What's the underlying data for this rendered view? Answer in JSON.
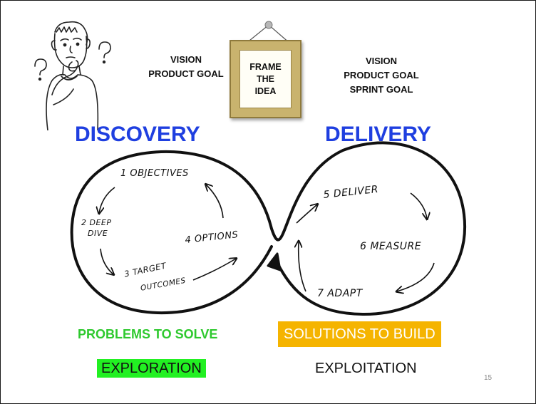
{
  "vision_left": {
    "line1": "VISION",
    "line2": "PRODUCT GOAL"
  },
  "vision_right": {
    "line1": "VISION",
    "line2": "PRODUCT GOAL",
    "line3": "SPRINT GOAL"
  },
  "frame": {
    "line1": "FRAME",
    "line2": "THE",
    "line3": "IDEA"
  },
  "discovery": {
    "title": "DISCOVERY",
    "steps": {
      "objectives": "1 OBJECTIVES",
      "deep_dive_1": "2 DEEP",
      "deep_dive_2": "DIVE",
      "target_1": "3 TARGET",
      "target_2": "OUTCOMES",
      "options": "4 OPTIONS"
    }
  },
  "delivery": {
    "title": "DELIVERY",
    "steps": {
      "deliver": "5 DELIVER",
      "measure": "6 MEASURE",
      "adapt": "7 ADAPT"
    }
  },
  "bottom": {
    "problems": "PROBLEMS TO SOLVE",
    "solutions": "SOLUTIONS TO BUILD",
    "exploration": "EXPLORATION",
    "exploitation": "EXPLOITATION"
  },
  "page_number": "15",
  "colors": {
    "heading_blue": "#1f3fe0",
    "problems_green": "#2ec92e",
    "solutions_bg": "#f5b400",
    "exploration_bg": "#22f022",
    "frame_wood": "#c9b36e"
  }
}
